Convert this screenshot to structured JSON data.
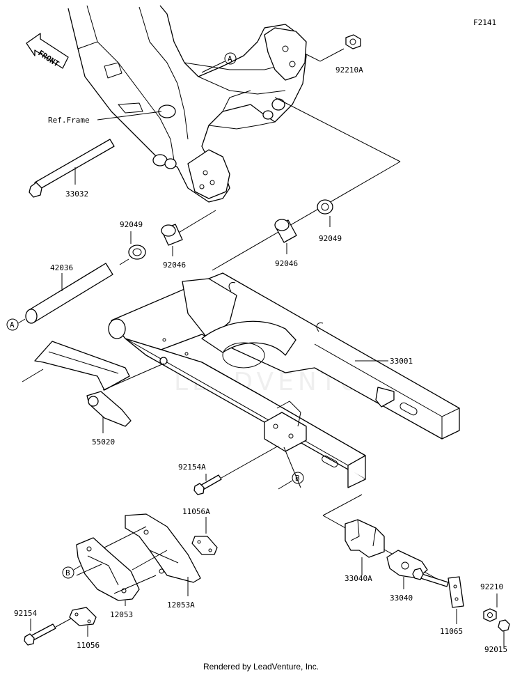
{
  "figure_code": "F2141",
  "front_label": "FRONT",
  "ref_label": "Ref.Frame",
  "callouts": [
    "A",
    "A",
    "B",
    "B"
  ],
  "parts": {
    "p92210A": "92210A",
    "p33032": "33032",
    "p92049_left": "92049",
    "p92046_left": "92046",
    "p92046_right": "92046",
    "p92049_right": "92049",
    "p42036": "42036",
    "p33001": "33001",
    "p55020": "55020",
    "p92154A": "92154A",
    "p11056A": "11056A",
    "p12053A": "12053A",
    "p92154": "92154",
    "p11056": "11056",
    "p12053": "12053",
    "p33040A": "33040A",
    "p33040": "33040",
    "p11065": "11065",
    "p92210": "92210",
    "p92015": "92015"
  },
  "watermark": "LEADVENTURE",
  "footer": "Rendered by LeadVenture, Inc."
}
